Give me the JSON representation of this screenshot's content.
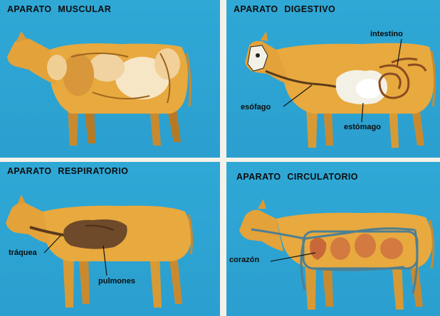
{
  "panels": {
    "muscular": {
      "title": "APARATO MUSCULAR"
    },
    "digestive": {
      "title": "APARATO DIGESTIVO",
      "labels": {
        "intestine": "intestino",
        "esophagus": "esófago",
        "stomach": "estómago"
      }
    },
    "respiratory": {
      "title": "APARATO RESPIRATORIO",
      "labels": {
        "trachea": "tráquea",
        "lungs": "pulmones"
      }
    },
    "circulatory": {
      "title": "APARATO CIRCULATORIO",
      "labels": {
        "heart": "corazón"
      }
    }
  },
  "colors": {
    "panel_blue": "#2ea6d4",
    "cow_body": "#e8a93e",
    "cow_shade": "#b77a24",
    "stomach_white": "#f3f1e6",
    "lung_brown": "#6e4a2a",
    "vessel_blue": "#4e7f93"
  }
}
